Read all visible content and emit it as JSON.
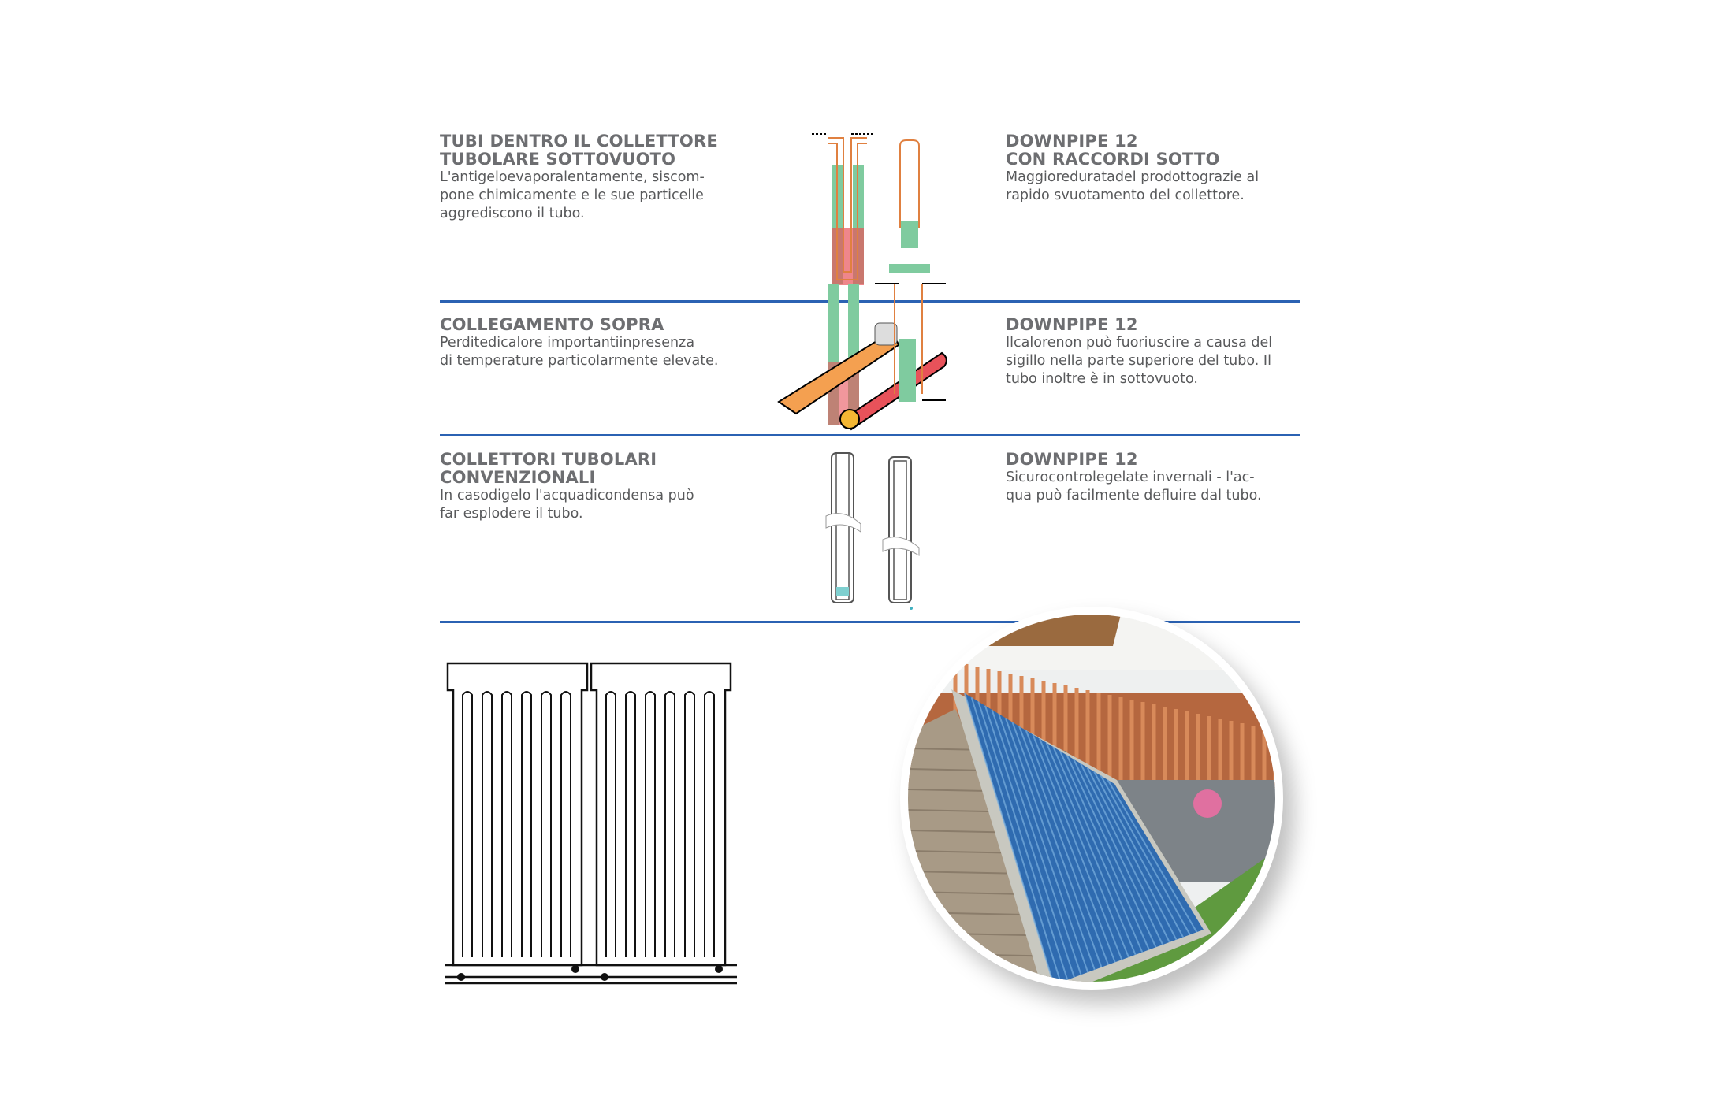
{
  "left_sections": [
    {
      "title": "TUBI DENTRO IL COLLETTORE\nTUBOLARE SOTTOVUOTO",
      "body": "L'antigeloevaporalentamente, siscom-\npone chimicamente e le sue particelle\naggrediscono il tubo."
    },
    {
      "title": "COLLEGAMENTO SOPRA",
      "body": "Perditedicalore importantiinpresenza\ndi temperature particolarmente elevate."
    },
    {
      "title": "COLLETTORI TUBOLARI\nCONVENZIONALI",
      "body": "In casodigelo l'acquadicondensa può\nfar esplodere il tubo."
    }
  ],
  "right_sections": [
    {
      "title": "DOWNPIPE 12\nCON RACCORDI SOTTO",
      "body": "Maggioreduratadel prodottograzie al\nrapido svuotamento del collettore."
    },
    {
      "title": "DOWNPIPE 12",
      "body": "Ilcalorenon può fuoriuscire a causa del\nsigillo nella parte superiore del tubo. Il\ntubo inoltre è in sottovuoto."
    },
    {
      "title": "DOWNPIPE 12",
      "body": "Sicurocontrolegelate invernali - l'ac-\nqua può facilmente defluire dal tubo."
    }
  ],
  "colors": {
    "rule": "#2b62b3",
    "title": "#6d6e71",
    "fluid_green": "#7fcb9f",
    "hot_red": "#e8525a",
    "tube_orange": "#e08040",
    "panel_blue": "#2f6bb0"
  }
}
